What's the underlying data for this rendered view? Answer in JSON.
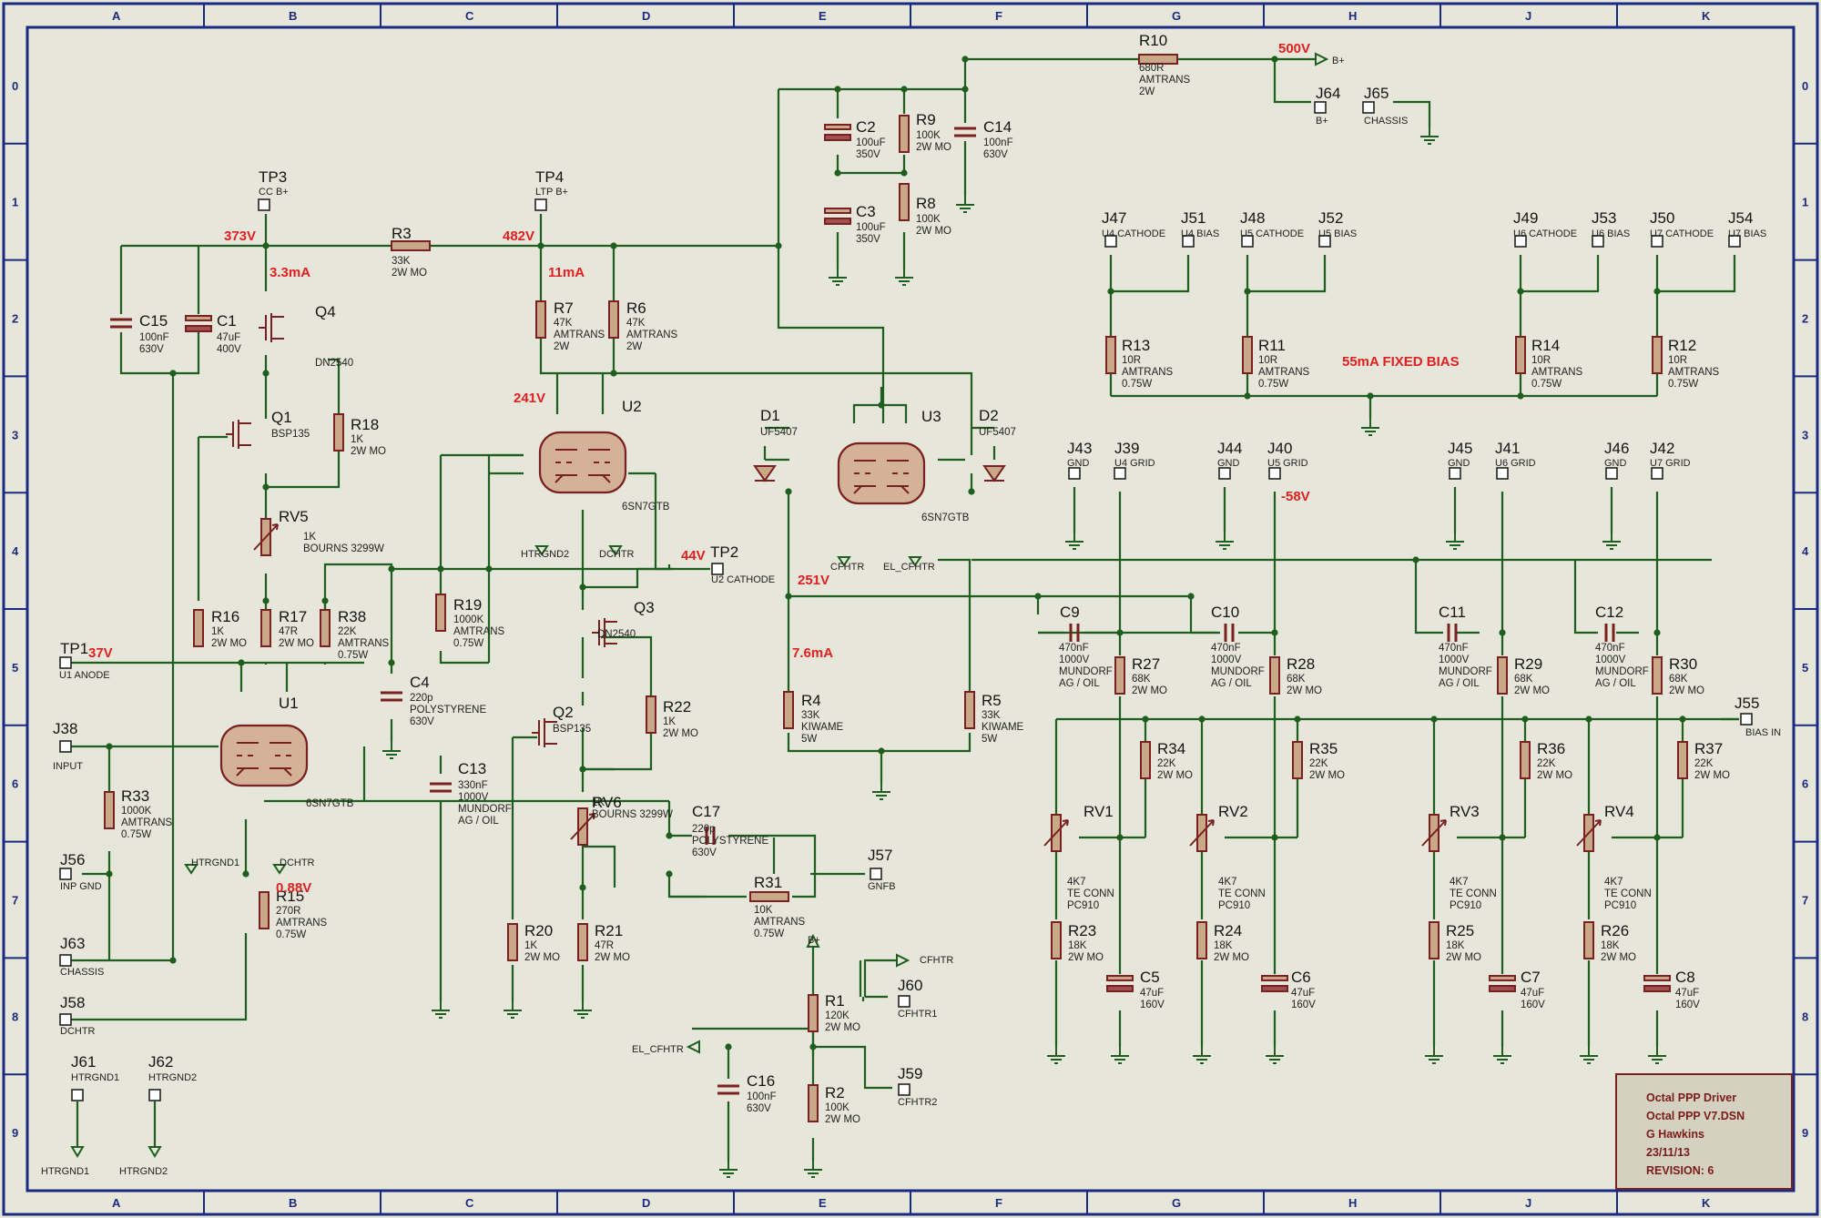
{
  "frame": {
    "columns": [
      "A",
      "B",
      "C",
      "D",
      "E",
      "F",
      "G",
      "H",
      "J",
      "K"
    ],
    "rows": [
      "0",
      "1",
      "2",
      "3",
      "4",
      "5",
      "6",
      "7",
      "8",
      "9"
    ]
  },
  "colors": {
    "wire": "#1e5e1e",
    "component": "#7a2020",
    "annotation": "#e02020",
    "frame": "#1a2a80",
    "background": "#e7e6da"
  },
  "annotations": {
    "b_plus_500": "500V",
    "cc_373": "373V",
    "cc_current": "3.3mA",
    "ltp_482": "482V",
    "ltp_current": "11mA",
    "u2_anode": "241V",
    "u2_cathode": "44V",
    "u3_cathode": "251V",
    "u3_current": "7.6mA",
    "u1_anode": "37V",
    "u1_cathode": "0.88V",
    "grid_bias": "-58V",
    "fixed_bias": "55mA FIXED BIAS"
  },
  "resistors": [
    {
      "ref": "R10",
      "vals": [
        "680R",
        "AMTRANS",
        "2W"
      ]
    },
    {
      "ref": "R9",
      "vals": [
        "100K",
        "2W MO"
      ]
    },
    {
      "ref": "R8",
      "vals": [
        "100K",
        "2W MO"
      ]
    },
    {
      "ref": "R3",
      "vals": [
        "33K",
        "2W MO"
      ]
    },
    {
      "ref": "R7",
      "vals": [
        "47K",
        "AMTRANS",
        "2W"
      ]
    },
    {
      "ref": "R6",
      "vals": [
        "47K",
        "AMTRANS",
        "2W"
      ]
    },
    {
      "ref": "R18",
      "vals": [
        "1K",
        "2W MO"
      ]
    },
    {
      "ref": "R16",
      "vals": [
        "1K",
        "2W MO"
      ]
    },
    {
      "ref": "R17",
      "vals": [
        "47R",
        "2W MO"
      ]
    },
    {
      "ref": "R38",
      "vals": [
        "22K",
        "AMTRANS",
        "0.75W"
      ]
    },
    {
      "ref": "R19",
      "vals": [
        "1000K",
        "AMTRANS",
        "0.75W"
      ]
    },
    {
      "ref": "R22",
      "vals": [
        "1K",
        "2W MO"
      ]
    },
    {
      "ref": "R33",
      "vals": [
        "1000K",
        "AMTRANS",
        "0.75W"
      ]
    },
    {
      "ref": "R15",
      "vals": [
        "270R",
        "AMTRANS",
        "0.75W"
      ]
    },
    {
      "ref": "R20",
      "vals": [
        "1K",
        "2W MO"
      ]
    },
    {
      "ref": "R21",
      "vals": [
        "47R",
        "2W MO"
      ]
    },
    {
      "ref": "R31",
      "vals": [
        "10K",
        "AMTRANS",
        "0.75W"
      ]
    },
    {
      "ref": "R4",
      "vals": [
        "33K",
        "KIWAME",
        "5W"
      ]
    },
    {
      "ref": "R5",
      "vals": [
        "33K",
        "KIWAME",
        "5W"
      ]
    },
    {
      "ref": "R1",
      "vals": [
        "120K",
        "2W MO"
      ]
    },
    {
      "ref": "R2",
      "vals": [
        "100K",
        "2W MO"
      ]
    },
    {
      "ref": "R13",
      "vals": [
        "10R",
        "AMTRANS",
        "0.75W"
      ]
    },
    {
      "ref": "R11",
      "vals": [
        "10R",
        "AMTRANS",
        "0.75W"
      ]
    },
    {
      "ref": "R14",
      "vals": [
        "10R",
        "AMTRANS",
        "0.75W"
      ]
    },
    {
      "ref": "R12",
      "vals": [
        "10R",
        "AMTRANS",
        "0.75W"
      ]
    },
    {
      "ref": "R27",
      "vals": [
        "68K",
        "2W MO"
      ]
    },
    {
      "ref": "R28",
      "vals": [
        "68K",
        "2W MO"
      ]
    },
    {
      "ref": "R29",
      "vals": [
        "68K",
        "2W MO"
      ]
    },
    {
      "ref": "R30",
      "vals": [
        "68K",
        "2W MO"
      ]
    },
    {
      "ref": "R34",
      "vals": [
        "22K",
        "2W MO"
      ]
    },
    {
      "ref": "R35",
      "vals": [
        "22K",
        "2W MO"
      ]
    },
    {
      "ref": "R36",
      "vals": [
        "22K",
        "2W MO"
      ]
    },
    {
      "ref": "R37",
      "vals": [
        "22K",
        "2W MO"
      ]
    },
    {
      "ref": "R23",
      "vals": [
        "18K",
        "2W MO"
      ]
    },
    {
      "ref": "R24",
      "vals": [
        "18K",
        "2W MO"
      ]
    },
    {
      "ref": "R25",
      "vals": [
        "18K",
        "2W MO"
      ]
    },
    {
      "ref": "R26",
      "vals": [
        "18K",
        "2W MO"
      ]
    }
  ],
  "capacitors": [
    {
      "ref": "C2",
      "vals": [
        "100uF",
        "350V"
      ]
    },
    {
      "ref": "C3",
      "vals": [
        "100uF",
        "350V"
      ]
    },
    {
      "ref": "C14",
      "vals": [
        "100nF",
        "630V"
      ]
    },
    {
      "ref": "C15",
      "vals": [
        "100nF",
        "630V"
      ]
    },
    {
      "ref": "C1",
      "vals": [
        "47uF",
        "400V"
      ]
    },
    {
      "ref": "C4",
      "vals": [
        "220p",
        "POLYSTYRENE",
        "630V"
      ]
    },
    {
      "ref": "C13",
      "vals": [
        "330nF",
        "1000V",
        "MUNDORF",
        "AG / OIL"
      ]
    },
    {
      "ref": "C17",
      "vals": [
        "220p",
        "POLYSTYRENE",
        "630V"
      ]
    },
    {
      "ref": "C16",
      "vals": [
        "100nF",
        "630V"
      ]
    },
    {
      "ref": "C9",
      "vals": [
        "470nF",
        "1000V",
        "MUNDORF",
        "AG / OIL"
      ]
    },
    {
      "ref": "C10",
      "vals": [
        "470nF",
        "1000V",
        "MUNDORF",
        "AG / OIL"
      ]
    },
    {
      "ref": "C11",
      "vals": [
        "470nF",
        "1000V",
        "MUNDORF",
        "AG / OIL"
      ]
    },
    {
      "ref": "C12",
      "vals": [
        "470nF",
        "1000V",
        "MUNDORF",
        "AG / OIL"
      ]
    },
    {
      "ref": "C5",
      "vals": [
        "47uF",
        "160V"
      ]
    },
    {
      "ref": "C6",
      "vals": [
        "47uF",
        "160V"
      ]
    },
    {
      "ref": "C7",
      "vals": [
        "47uF",
        "160V"
      ]
    },
    {
      "ref": "C8",
      "vals": [
        "47uF",
        "160V"
      ]
    }
  ],
  "pots": [
    {
      "ref": "RV5",
      "vals": [
        "1K",
        "BOURNS 3299W"
      ]
    },
    {
      "ref": "RV6",
      "vals": [
        "1K",
        "BOURNS 3299W"
      ]
    },
    {
      "ref": "RV1",
      "vals": [
        "4K7",
        "TE CONN",
        "PC910"
      ]
    },
    {
      "ref": "RV2",
      "vals": [
        "4K7",
        "TE CONN",
        "PC910"
      ]
    },
    {
      "ref": "RV3",
      "vals": [
        "4K7",
        "TE CONN",
        "PC910"
      ]
    },
    {
      "ref": "RV4",
      "vals": [
        "4K7",
        "TE CONN",
        "PC910"
      ]
    }
  ],
  "fets": [
    {
      "ref": "Q4",
      "part": "DN2540"
    },
    {
      "ref": "Q1",
      "part": "BSP135"
    },
    {
      "ref": "Q3",
      "part": "DN2540"
    },
    {
      "ref": "Q2",
      "part": "BSP135"
    }
  ],
  "tubes": [
    {
      "ref": "U1",
      "part": "6SN7GTB",
      "htr": "HTRGND1",
      "dc": "DCHTR"
    },
    {
      "ref": "U2",
      "part": "6SN7GTB",
      "htr": "HTRGND2",
      "dc": "DCHTR"
    },
    {
      "ref": "U3",
      "part": "6SN7GTB",
      "htr": "CFHTR",
      "dc": "EL_CFHTR"
    }
  ],
  "diodes": [
    {
      "ref": "D1",
      "part": "UF5407"
    },
    {
      "ref": "D2",
      "part": "UF5407"
    }
  ],
  "connectors": [
    {
      "ref": "J64",
      "name": "B+"
    },
    {
      "ref": "J65",
      "name": "CHASSIS"
    },
    {
      "ref": "TP3",
      "name": "CC B+"
    },
    {
      "ref": "TP4",
      "name": "LTP B+"
    },
    {
      "ref": "TP2",
      "name": "U2 CATHODE"
    },
    {
      "ref": "TP1",
      "name": "U1 ANODE"
    },
    {
      "ref": "J38",
      "name": "INPUT"
    },
    {
      "ref": "J56",
      "name": "INP GND"
    },
    {
      "ref": "J63",
      "name": "CHASSIS"
    },
    {
      "ref": "J58",
      "name": "DCHTR"
    },
    {
      "ref": "J61",
      "name": "HTRGND1"
    },
    {
      "ref": "J62",
      "name": "HTRGND2"
    },
    {
      "ref": "J57",
      "name": "GNFB"
    },
    {
      "ref": "J60",
      "name": "CFHTR1"
    },
    {
      "ref": "J59",
      "name": "CFHTR2"
    },
    {
      "ref": "J47",
      "name": "U4 CATHODE"
    },
    {
      "ref": "J51",
      "name": "U4 BIAS"
    },
    {
      "ref": "J48",
      "name": "U5 CATHODE"
    },
    {
      "ref": "J52",
      "name": "U5 BIAS"
    },
    {
      "ref": "J49",
      "name": "U6 CATHODE"
    },
    {
      "ref": "J53",
      "name": "U6 BIAS"
    },
    {
      "ref": "J50",
      "name": "U7 CATHODE"
    },
    {
      "ref": "J54",
      "name": "U7 BIAS"
    },
    {
      "ref": "J43",
      "name": "GND"
    },
    {
      "ref": "J39",
      "name": "U4 GRID"
    },
    {
      "ref": "J44",
      "name": "GND"
    },
    {
      "ref": "J40",
      "name": "U5 GRID"
    },
    {
      "ref": "J45",
      "name": "GND"
    },
    {
      "ref": "J41",
      "name": "U6 GRID"
    },
    {
      "ref": "J46",
      "name": "GND"
    },
    {
      "ref": "J42",
      "name": "U7 GRID"
    },
    {
      "ref": "J55",
      "name": "BIAS IN"
    }
  ],
  "nets": {
    "b_plus": "B+",
    "cfhtr": "CFHTR",
    "el_cfhtr": "EL_CFHTR",
    "htrgnd1": "HTRGND1",
    "htrgnd2": "HTRGND2"
  },
  "title_block": {
    "line1": "Octal PPP Driver",
    "line2": "Octal PPP V7.DSN",
    "line3": "G Hawkins",
    "line4": "23/11/13",
    "line5": "REVISION: 6"
  }
}
